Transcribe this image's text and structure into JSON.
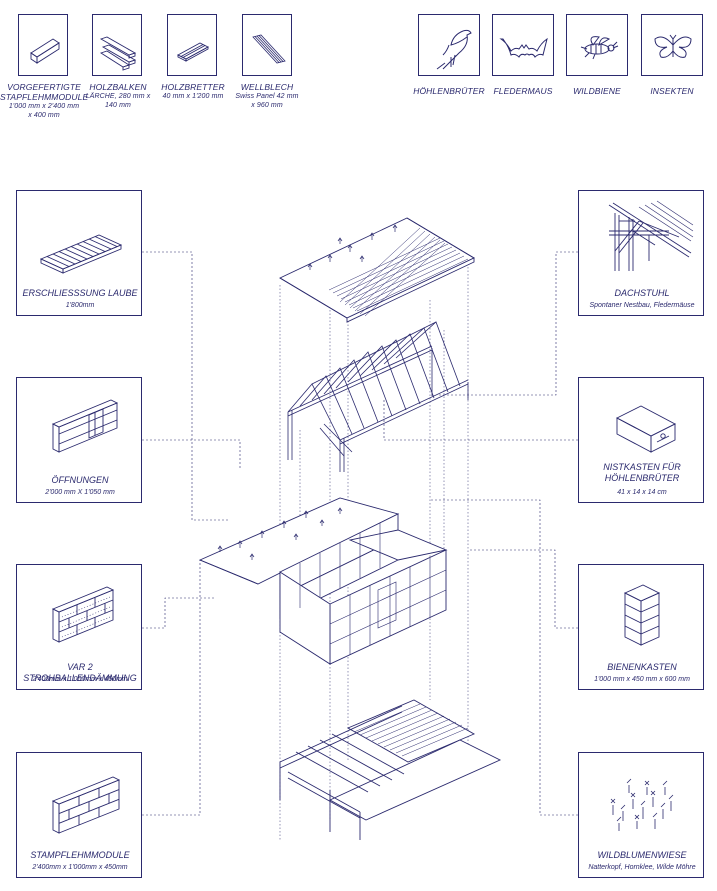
{
  "materials": [
    {
      "title_1": "VORGEFERTIGTE",
      "title_2": "STAPFLEHMMODULE",
      "sub_1": "1'000 mm x 2'400 mm",
      "sub_2": "x 400 mm",
      "icon": "prefab-block-icon"
    },
    {
      "title_1": "HOLZBALKEN",
      "title_2": "",
      "sub_1": "LÄRCHE, 280 mm x",
      "sub_2": "140 mm",
      "icon": "wood-beams-icon"
    },
    {
      "title_1": "HOLZBRETTER",
      "title_2": "",
      "sub_1": "40 mm x 1'200 mm",
      "sub_2": "",
      "icon": "wood-boards-icon"
    },
    {
      "title_1": "WELLBLECH",
      "title_2": "",
      "sub_1": "Swiss Panel 42 mm",
      "sub_2": "x 960 mm",
      "icon": "corrugated-sheet-icon"
    }
  ],
  "species": [
    {
      "title": "HÖHLENBRÜTER",
      "icon": "bird-icon"
    },
    {
      "title": "FLEDERMAUS",
      "icon": "bat-icon"
    },
    {
      "title": "WILDBIENE",
      "icon": "bee-icon"
    },
    {
      "title": "INSEKTEN",
      "icon": "butterfly-icon"
    }
  ],
  "left_panels": [
    {
      "title": "ERSCHLIESSSUNG LAUBE",
      "sub": "1'800mm",
      "icon": "walkway-deck-icon"
    },
    {
      "title": "ÖFFNUNGEN",
      "sub": "2'000 mm X 1'050 mm",
      "icon": "wall-opening-icon"
    },
    {
      "title": "VAR 2 STROHBALLENDÄMMUNG",
      "sub": "2'400mm x 1'000mm x 450mm",
      "icon": "straw-insulation-icon"
    },
    {
      "title": "STAMPFLEHMMODULE",
      "sub": "2'400mm x 1'000mm x 450mm",
      "icon": "rammed-earth-module-icon"
    }
  ],
  "right_panels": [
    {
      "title": "DACHSTUHL",
      "title_2": "",
      "sub": "Spontaner Nestbau, Fledermäuse",
      "icon": "roof-truss-icon"
    },
    {
      "title": "NISTKASTEN FÜR",
      "title_2": "HÖHLENBRÜTER",
      "sub": "41 x 14 x 14 cm",
      "icon": "nest-box-icon"
    },
    {
      "title": "BIENENKASTEN",
      "title_2": "",
      "sub": "1'000 mm x 450 mm x 600 mm",
      "icon": "bee-box-icon"
    },
    {
      "title": "WILDBLUMENWIESE",
      "title_2": "",
      "sub": "Natterkopf, Hornklee, Wilde Möhre",
      "icon": "wildflower-meadow-icon"
    }
  ],
  "colors": {
    "ink": "#2b2a6e",
    "background": "#ffffff"
  }
}
